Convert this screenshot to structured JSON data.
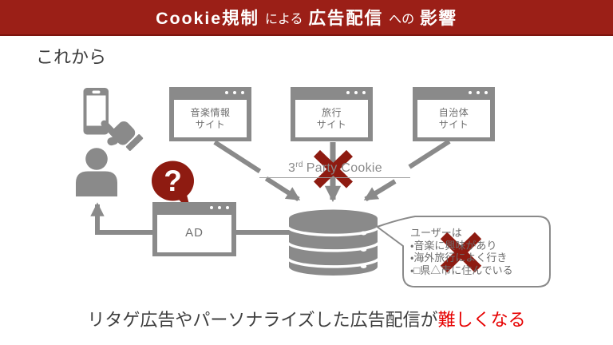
{
  "banner": {
    "segments": [
      {
        "text": "Cookie規制",
        "emphasis": true
      },
      {
        "text": "による",
        "emphasis": false
      },
      {
        "text": "広告配信",
        "emphasis": true
      },
      {
        "text": "への",
        "emphasis": false
      },
      {
        "text": "影響",
        "emphasis": true
      }
    ],
    "bg_color": "#9b1f17",
    "text_color": "#ffffff"
  },
  "subtitle": "これから",
  "sites": [
    {
      "label": "音楽情報\nサイト"
    },
    {
      "label": "旅行\nサイト"
    },
    {
      "label": "自治体\nサイト"
    }
  ],
  "ad_window": {
    "label": "AD"
  },
  "cookie_label": {
    "base": "3",
    "sup": "rd",
    "rest": "Party Cookie"
  },
  "question_mark": "?",
  "bubble": {
    "lines": [
      "ユーザーは",
      "・音楽に興味があり",
      "・海外旅行によく行き",
      "・□県△市に住んでいる"
    ]
  },
  "caption": {
    "normal": "リタゲ広告やパーソナライズした広告配信が",
    "highlight": "難しくなる",
    "highlight_color": "#e60000"
  },
  "icons": {
    "user": "user-silhouette-icon",
    "phone": "smartphone-icon",
    "hand": "pointing-hand-icon",
    "database": "database-icon",
    "cross": "prohibited-cross-icon",
    "window_dots": "window-buttons-icon"
  },
  "colors": {
    "banner_red": "#9b1f17",
    "dark_red": "#8e1b11",
    "bright_red": "#e60000",
    "gray": "#8a8a8a",
    "text_dark": "#3f3f3f",
    "text_gray": "#6f6f6f"
  }
}
